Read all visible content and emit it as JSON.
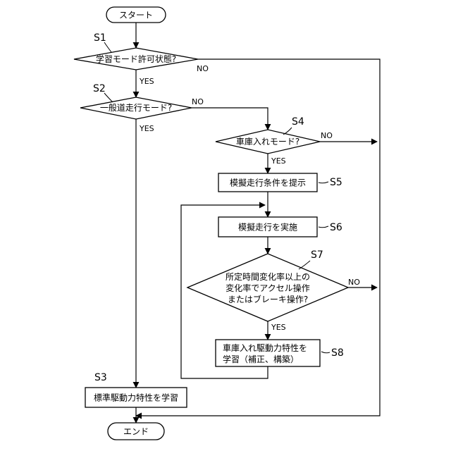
{
  "terminals": {
    "start": "スタート",
    "end": "エンド"
  },
  "decisions": {
    "s1": {
      "step": "S1",
      "text": "学習モード許可状態?"
    },
    "s2": {
      "step": "S2",
      "text": "一般道走行モード?"
    },
    "s4": {
      "step": "S4",
      "text": "車庫入れモード?"
    },
    "s7": {
      "step": "S7",
      "lines": [
        "所定時間変化率以上の",
        "変化率でアクセル操作",
        "またはブレーキ操作?"
      ]
    }
  },
  "processes": {
    "s3": {
      "step": "S3",
      "text": "標準駆動力特性を学習"
    },
    "s5": {
      "step": "S5",
      "text": "模擬走行条件を提示"
    },
    "s6": {
      "step": "S6",
      "text": "模擬走行を実施"
    },
    "s8": {
      "step": "S8",
      "lines": [
        "車庫入れ駆動力特性を",
        "学習（補正、構築）"
      ]
    }
  },
  "branch_labels": {
    "yes": "YES",
    "no": "NO"
  }
}
